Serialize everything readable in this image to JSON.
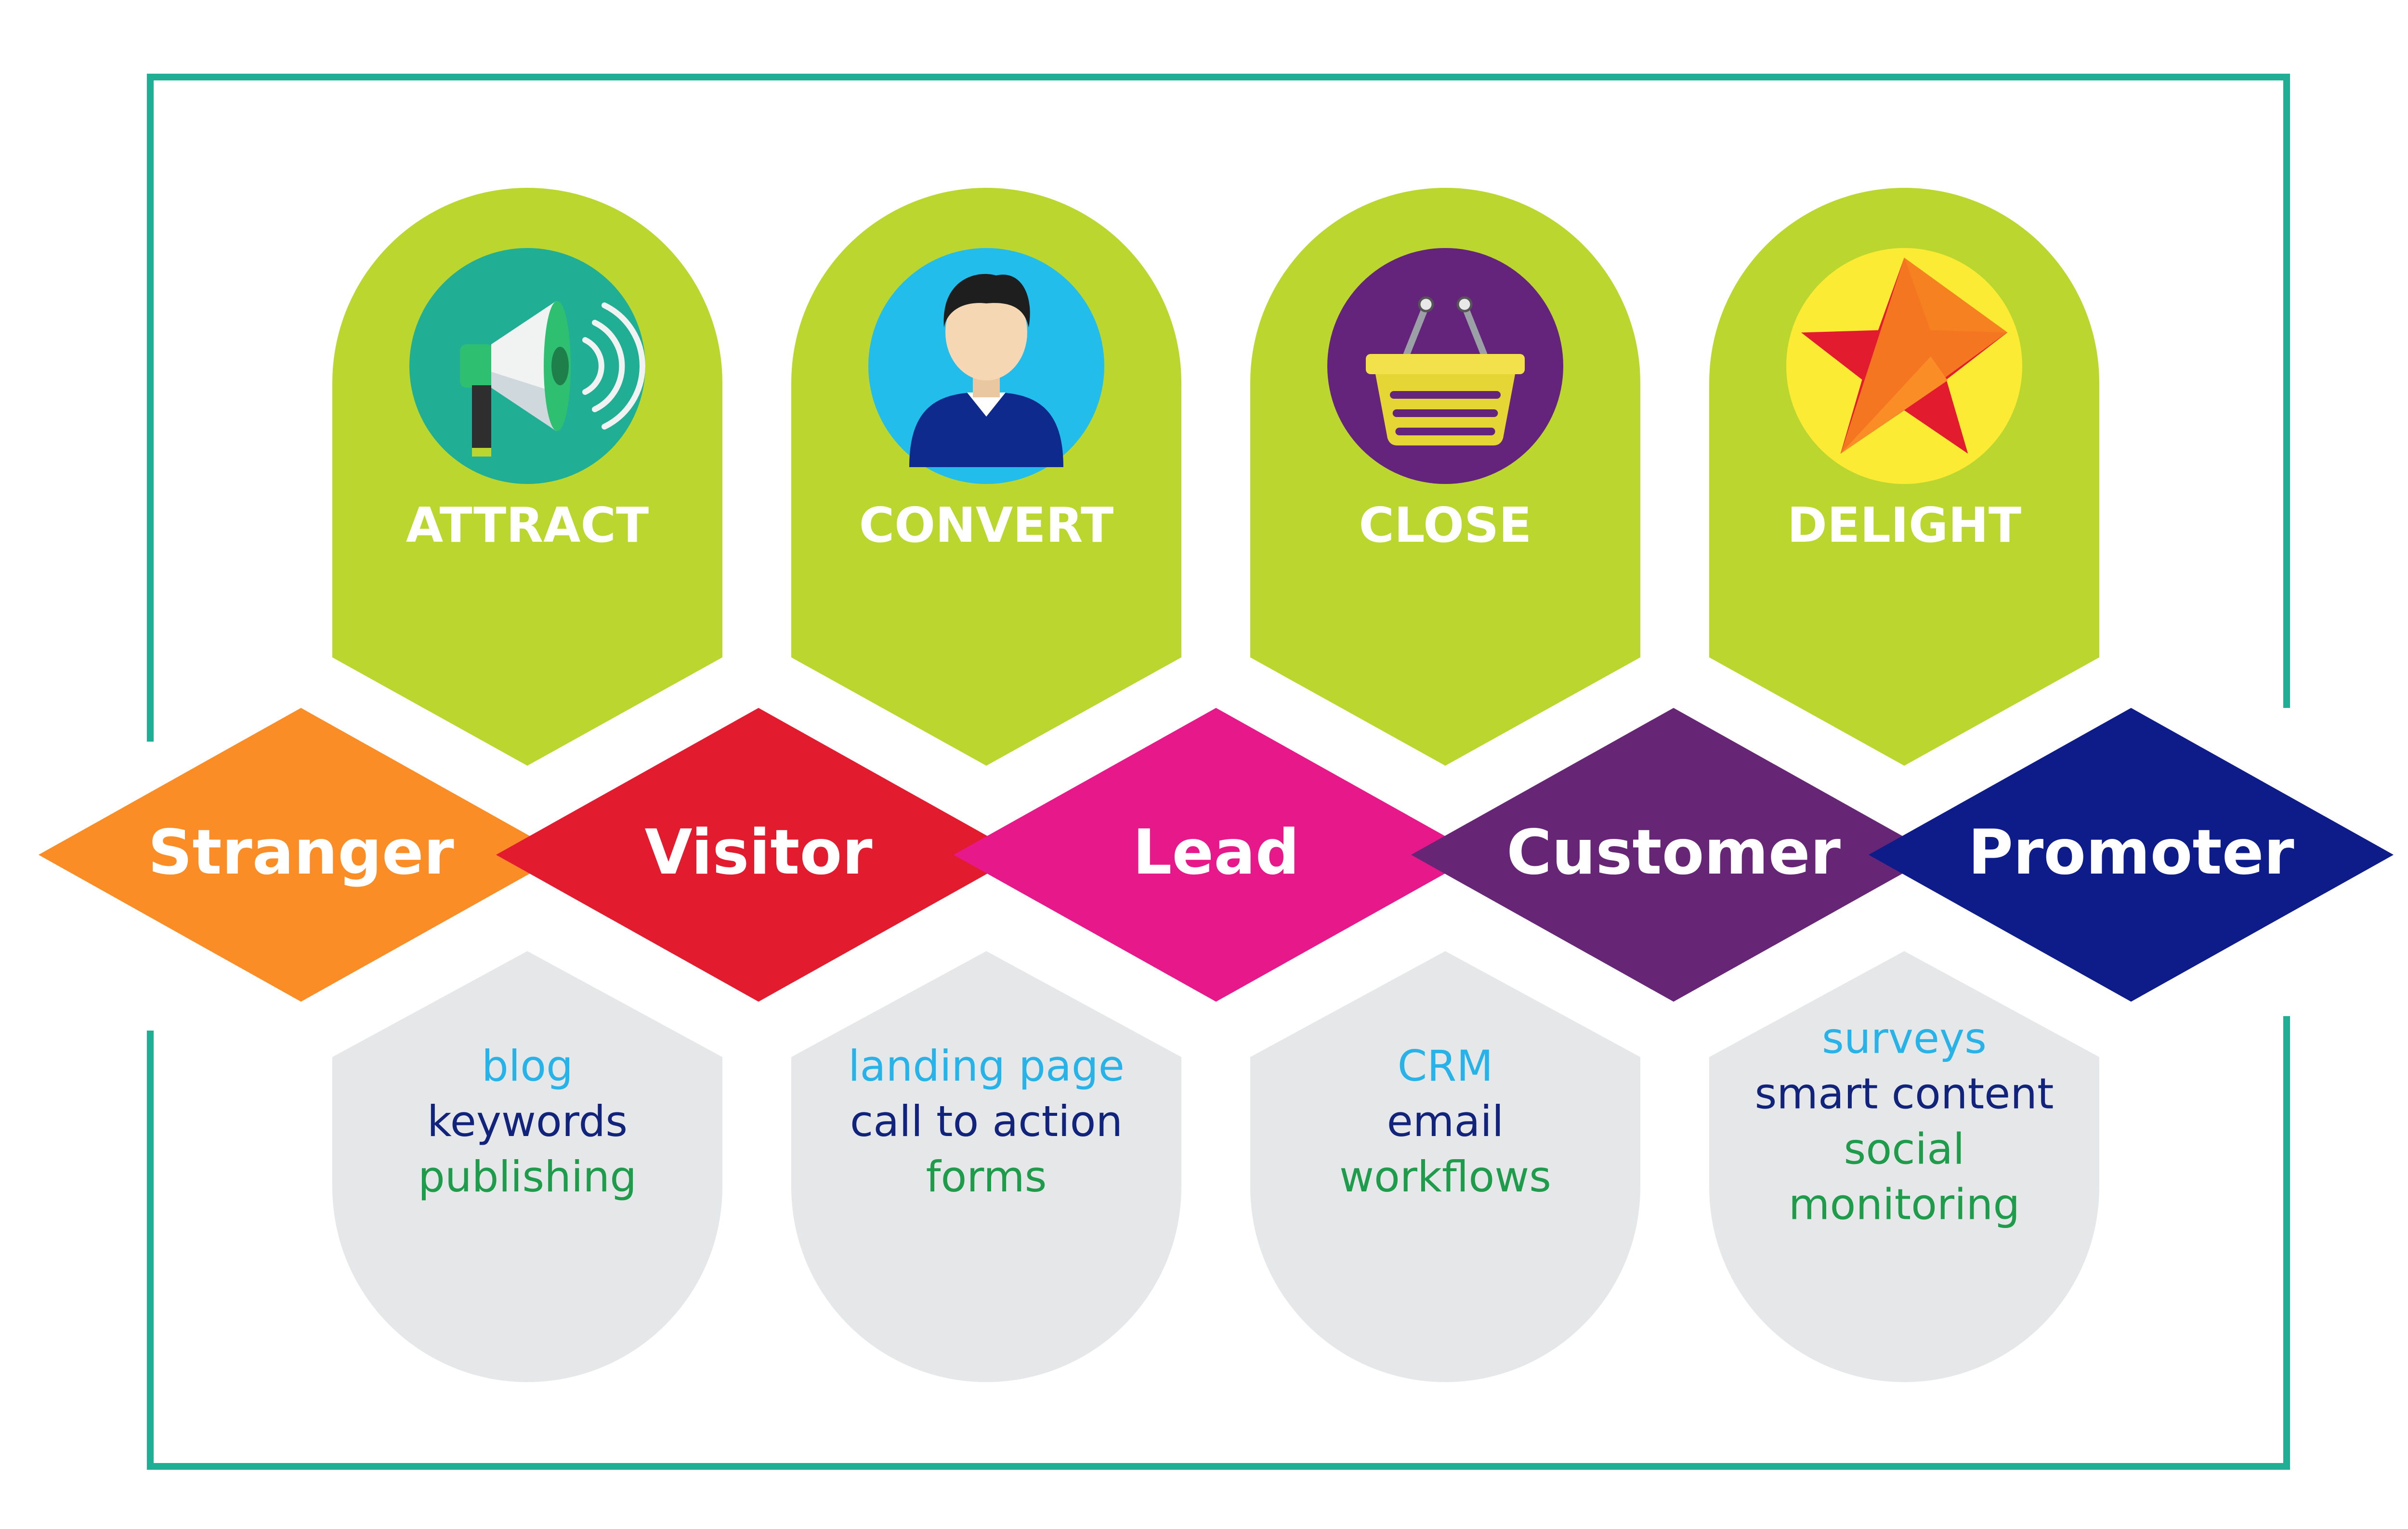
{
  "colors": {
    "frame": "#20AF94",
    "stage_shape": "#BBD62E",
    "tool_shape": "#E6E7E8",
    "tool_line_1": "#27B3E8",
    "tool_line_2": "#12237C",
    "tool_line_3": "#1E9B4B"
  },
  "stages": [
    {
      "title": "ATTRACT",
      "icon": "megaphone-icon",
      "icon_bg": "#20AF94"
    },
    {
      "title": "CONVERT",
      "icon": "person-icon",
      "icon_bg": "#22BDEB"
    },
    {
      "title": "CLOSE",
      "icon": "basket-icon",
      "icon_bg": "#65247B"
    },
    {
      "title": "DELIGHT",
      "icon": "star-icon",
      "icon_bg": "#FCEB34"
    }
  ],
  "steps": [
    {
      "label": "Stranger",
      "color": "#FA8D26"
    },
    {
      "label": "Visitor",
      "color": "#E31B2E"
    },
    {
      "label": "Lead",
      "color": "#E6188A"
    },
    {
      "label": "Customer",
      "color": "#672575"
    },
    {
      "label": "Promoter",
      "color": "#0D1C89"
    }
  ],
  "tools": [
    {
      "lines": [
        "blog",
        "keywords",
        "publishing"
      ]
    },
    {
      "lines": [
        "landing page",
        "call to action",
        "forms"
      ]
    },
    {
      "lines": [
        "CRM",
        "email",
        "workflows"
      ]
    },
    {
      "lines": [
        "surveys",
        "smart content",
        "social",
        "monitoring"
      ]
    }
  ]
}
